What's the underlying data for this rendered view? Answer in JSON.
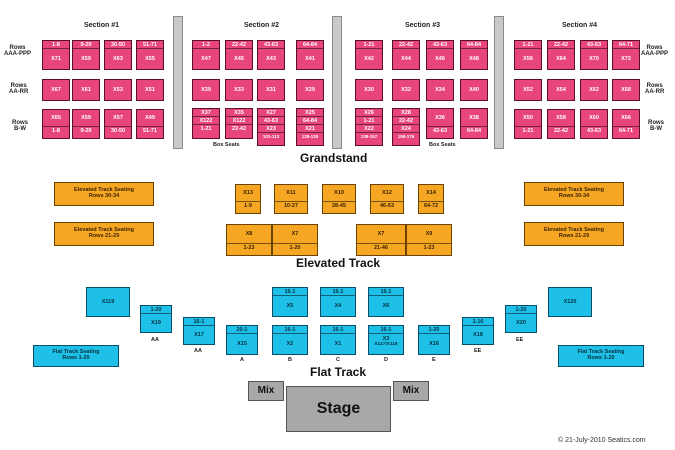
{
  "titles": {
    "grandstand": "Grandstand",
    "elevated": "Elevated Track",
    "flat": "Flat Track",
    "stage": "Stage",
    "mix": "Mix"
  },
  "sections": [
    "Section #1",
    "Section #2",
    "Section #3",
    "Section #4"
  ],
  "row_labels": {
    "ppp": [
      "Rows",
      "AAA-PPP"
    ],
    "rr": [
      "Rows",
      "AA-RR"
    ],
    "bw": [
      "Rows",
      "B-W"
    ]
  },
  "box_seats": "Box Seats",
  "grandstand": {
    "s1": {
      "top_rows": [
        "1-8",
        "9-29",
        "30-50",
        "51-71"
      ],
      "top_names": [
        "X71",
        "X59",
        "X63",
        "X55"
      ],
      "mid_names": [
        "X67",
        "X61",
        "X53",
        "X51"
      ],
      "bot_names": [
        "X65",
        "X59",
        "X57",
        "X49"
      ],
      "bot_rows": [
        "1-8",
        "9-29",
        "30-50",
        "51-71"
      ]
    },
    "s2": {
      "top_rows": [
        "1-2",
        "22-42",
        "43-63",
        "64-84"
      ],
      "top_names": [
        "X47",
        "X45",
        "X43",
        "X41"
      ],
      "mid_names": [
        "X39",
        "X33",
        "X31",
        "X29"
      ],
      "bot": [
        {
          "names": [
            "X37",
            "X122"
          ],
          "rows": [
            "1-21"
          ]
        },
        {
          "names": [
            "X35",
            "X122"
          ],
          "rows": [
            "22-42"
          ]
        },
        {
          "names": [
            "X27",
            "X23"
          ],
          "rows": [
            "43-63",
            "101-113"
          ]
        },
        {
          "names": [
            "X25",
            "X21"
          ],
          "rows": [
            "64-84",
            "128-135"
          ]
        }
      ]
    },
    "s3": {
      "top_rows": [
        "1-21",
        "22-42",
        "43-63",
        "64-84"
      ],
      "top_names": [
        "X42",
        "X44",
        "X46",
        "X48"
      ],
      "mid_names": [
        "X30",
        "X32",
        "X34",
        "X40"
      ],
      "bot": [
        {
          "names": [
            "X26",
            "X22"
          ],
          "rows": [
            "1-21",
            "139-157"
          ]
        },
        {
          "names": [
            "X28",
            "X24"
          ],
          "rows": [
            "22-42",
            "158-176"
          ]
        },
        {
          "names": [
            "X36"
          ],
          "rows": [
            "43-63"
          ]
        },
        {
          "names": [
            "X38"
          ],
          "rows": [
            "64-84"
          ]
        }
      ]
    },
    "s4": {
      "top_rows": [
        "1-21",
        "22-42",
        "43-63",
        "64-71"
      ],
      "top_names": [
        "X56",
        "X64",
        "X70",
        "X72"
      ],
      "mid_names": [
        "X52",
        "X54",
        "X62",
        "X68"
      ],
      "bot_names": [
        "X50",
        "X58",
        "X60",
        "X66"
      ],
      "bot_rows": [
        "1-21",
        "22-42",
        "43-63",
        "64-71"
      ]
    }
  },
  "elevated": {
    "left_top": [
      "Elevated Track Seating",
      "Rows 30-34"
    ],
    "left_bot": [
      "Elevated Track Seating",
      "Rows 21-29"
    ],
    "right_top": [
      "Elevated Track Seating",
      "Rows 30-34"
    ],
    "right_bot": [
      "Elevated Track Seating",
      "Rows 21-29"
    ],
    "upper": [
      {
        "name": "X13",
        "rows": "1-9"
      },
      {
        "name": "X11",
        "rows": "10-27"
      },
      {
        "name": "X10",
        "rows": "28-45"
      },
      {
        "name": "X12",
        "rows": "46-63"
      },
      {
        "name": "X14",
        "rows": "64-72"
      }
    ],
    "lower_left": [
      {
        "name": "X8",
        "rows": "1-23"
      },
      {
        "name": "X7",
        "rows": "1-20"
      }
    ],
    "lower_right": [
      {
        "name": "X7",
        "rows": "21-46"
      },
      {
        "name": "X9",
        "rows": "1-23"
      }
    ]
  },
  "flat": {
    "x119": "X119",
    "x120": "X120",
    "x19": {
      "rows": "1-20",
      "name": "X19"
    },
    "x17": {
      "rows": "16-1",
      "name": "X17"
    },
    "x15": {
      "rows": "20-1",
      "name": "X15"
    },
    "x16": {
      "rows": "1-20",
      "name": "X16"
    },
    "x18": {
      "rows": "1-16",
      "name": "X18"
    },
    "x20": {
      "rows": "1-20",
      "name": "X20"
    },
    "x5": {
      "rows": "16-1",
      "name": "X5"
    },
    "x4": {
      "rows": "16-1",
      "name": "X4"
    },
    "x6": {
      "rows": "16-1",
      "name": "X6"
    },
    "x2": {
      "rows": "16-1",
      "name": "X2"
    },
    "x1": {
      "rows": "16-1",
      "name": "X1"
    },
    "x3": {
      "rows": "16-1",
      "name": "X3",
      "sub": "X117/X118"
    },
    "aisles": [
      "AA",
      "AA",
      "A",
      "B",
      "C",
      "D",
      "E",
      "EE",
      "EE"
    ],
    "left": [
      "Flat Track Seating",
      "Rows 1-20"
    ],
    "right": [
      "Flat Track Seating",
      "Rows 1-20"
    ]
  },
  "copyright": "© 21-July-2010 Seatics.com"
}
